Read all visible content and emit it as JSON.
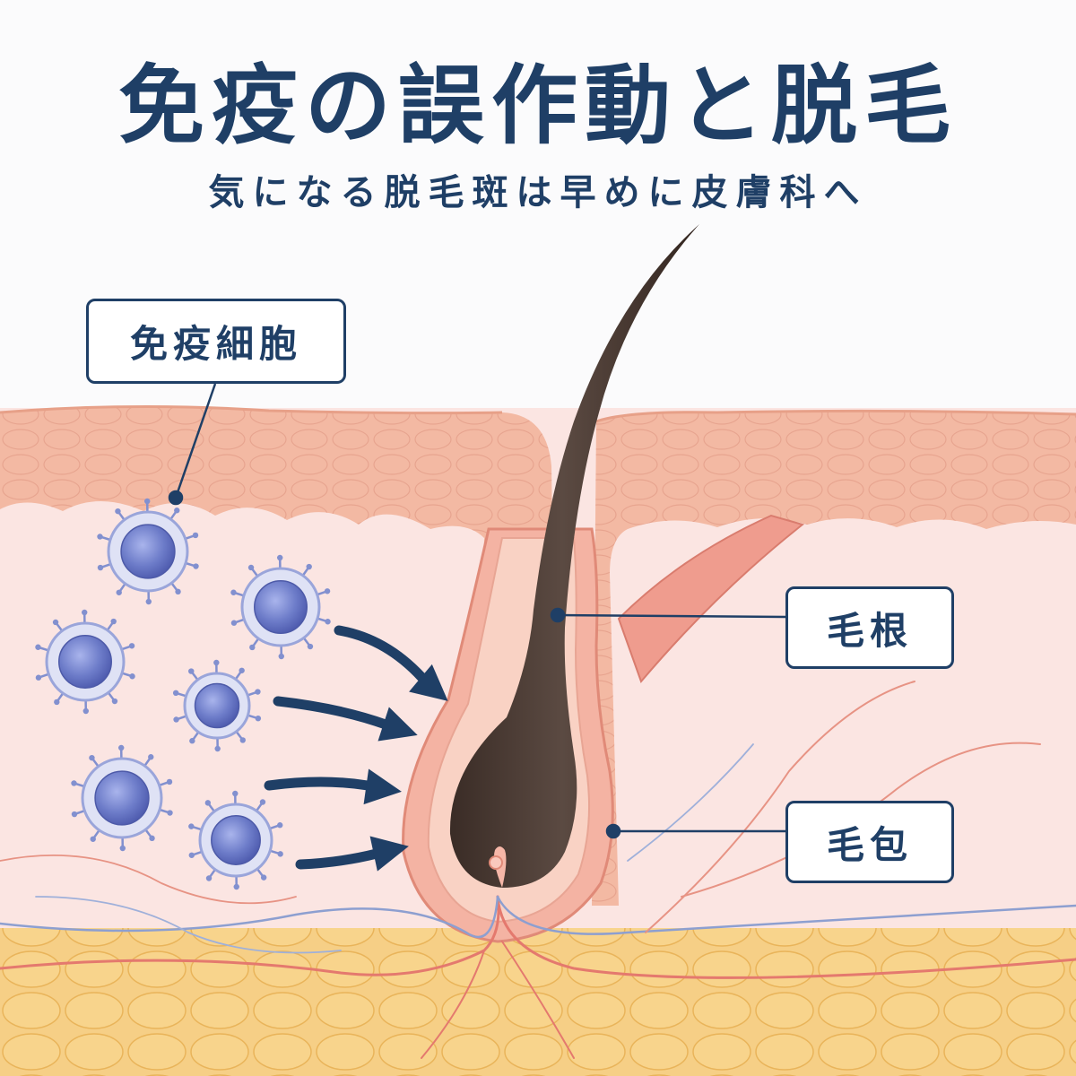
{
  "header": {
    "title": "免疫の誤作動と脱毛",
    "subtitle": "気になる脱毛斑は早めに皮膚科へ"
  },
  "labels": {
    "immune_cells": "免疫細胞",
    "hair_root": "毛根",
    "hair_follicle": "毛包"
  },
  "colors": {
    "navy": "#1f3f66",
    "epidermis": "#f3b9a3",
    "dermis": "#fbe5e2",
    "fat": "#f8d590",
    "hair": "#4a3a33",
    "immune_cell": "#6d7cc9",
    "artery": "#e4796e",
    "vein": "#8d9fd0"
  },
  "icons": {
    "immune_cell": "lymphocyte-icon",
    "arrow": "arrow-right-icon"
  }
}
